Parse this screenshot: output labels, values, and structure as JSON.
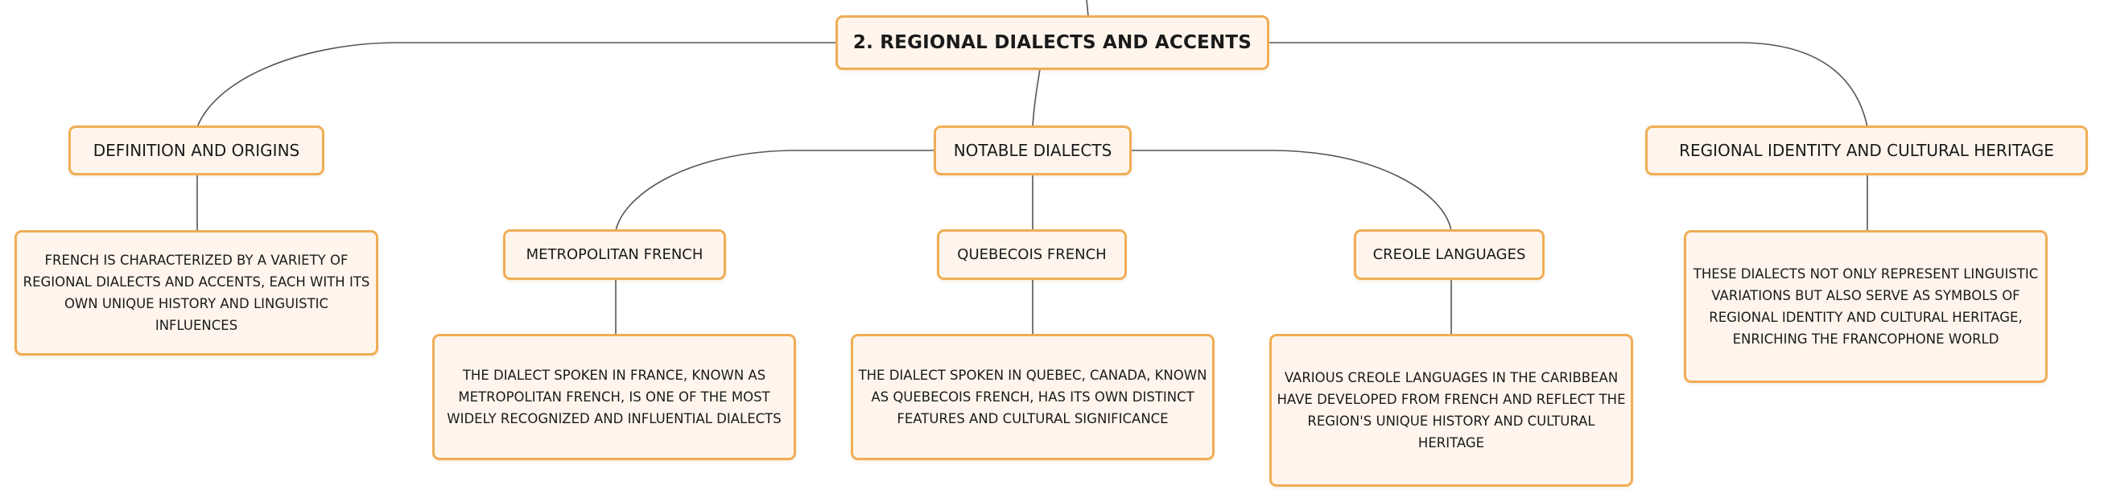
{
  "root": {
    "label": "2. REGIONAL DIALECTS AND ACCENTS"
  },
  "branches": {
    "definition": {
      "label": "DEFINITION AND ORIGINS",
      "detail": "FRENCH IS CHARACTERIZED BY A VARIETY OF REGIONAL DIALECTS AND ACCENTS, EACH WITH ITS OWN UNIQUE HISTORY AND LINGUISTIC INFLUENCES"
    },
    "notable": {
      "label": "NOTABLE DIALECTS",
      "children": {
        "metropolitan": {
          "label": "METROPOLITAN FRENCH",
          "detail": "THE DIALECT SPOKEN IN FRANCE, KNOWN AS METROPOLITAN FRENCH, IS ONE OF THE MOST WIDELY RECOGNIZED AND INFLUENTIAL DIALECTS"
        },
        "quebecois": {
          "label": "QUEBECOIS FRENCH",
          "detail": "THE DIALECT SPOKEN IN QUEBEC, CANADA, KNOWN AS QUEBECOIS FRENCH, HAS ITS OWN DISTINCT FEATURES AND CULTURAL SIGNIFICANCE"
        },
        "creole": {
          "label": "CREOLE LANGUAGES",
          "detail": "VARIOUS CREOLE LANGUAGES IN THE CARIBBEAN HAVE DEVELOPED FROM FRENCH AND REFLECT THE REGION'S UNIQUE HISTORY AND CULTURAL HERITAGE"
        }
      }
    },
    "identity": {
      "label": "REGIONAL IDENTITY AND CULTURAL HERITAGE",
      "detail": "THESE DIALECTS NOT ONLY REPRESENT LINGUISTIC VARIATIONS BUT ALSO SERVE AS SYMBOLS OF REGIONAL IDENTITY AND CULTURAL HERITAGE, ENRICHING THE FRANCOPHONE WORLD"
    }
  },
  "colors": {
    "node_fill": "#fff5ec",
    "node_border": "#f0ad55",
    "connector": "#555555",
    "text": "#1a1a1a"
  }
}
